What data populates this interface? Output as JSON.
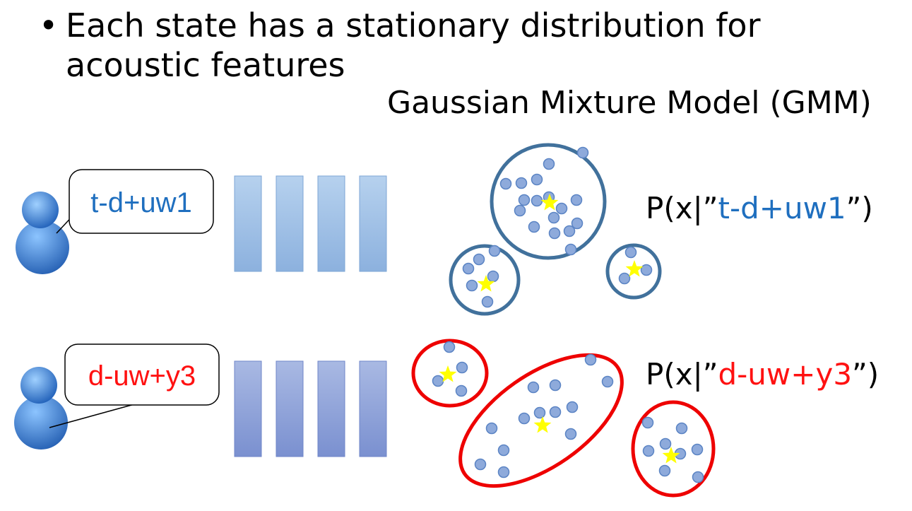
{
  "bullet": {
    "marker": "•",
    "text": "Each state has a stationary distribution for acoustic features"
  },
  "gmm_title": "Gaussian Mixture Model (GMM)",
  "states": [
    {
      "label": "t-d+uw1",
      "color": "#1f6fbf",
      "prob_prefix": "P(x|”",
      "prob_label": "t-d+uw1",
      "prob_suffix": "”)",
      "frame_color_top": "#b3cfec",
      "frame_color_bottom": "#8fb3e0",
      "cluster_color": "#41719c"
    },
    {
      "label": "d-uw+y3",
      "color": "#ff1111",
      "prob_prefix": "P(x|”",
      "prob_label": "d-uw+y3",
      "prob_suffix": "”)",
      "frame_color_top": "#a9b9e3",
      "frame_color_bottom": "#7c92d2",
      "cluster_color": "#ee0000"
    }
  ],
  "colors": {
    "point_fill": "#8eaadb",
    "point_stroke": "#5b84c4",
    "star": "#ffff00",
    "user_icon": "#3a7fd5"
  },
  "icons": [
    "user-icon",
    "speech-bubble",
    "star-icon"
  ]
}
